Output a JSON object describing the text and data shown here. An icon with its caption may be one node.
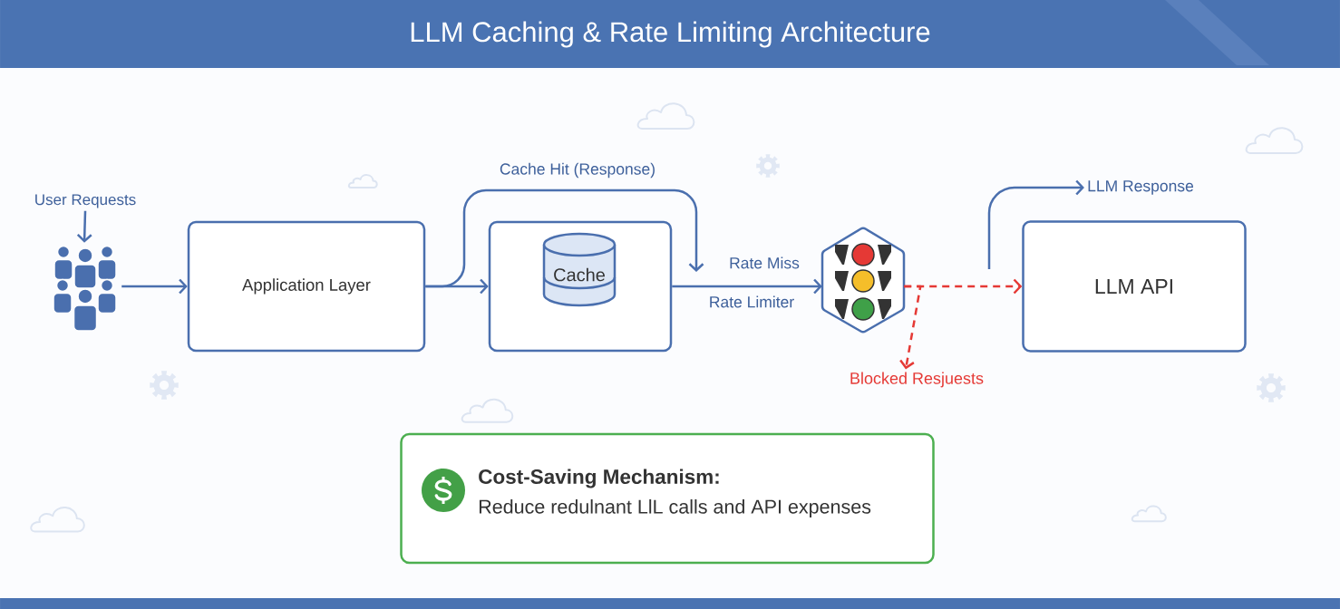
{
  "diagram": {
    "title": "LLM Caching & Rate Limiting Architecture",
    "nodes": [
      {
        "text": [
          "User Requests"
        ]
      },
      {
        "text": [],
        "shape": "person"
      },
      {
        "text": [
          "Application Layer"
        ]
      },
      {
        "text": [],
        "shape": "box"
      },
      {
        "text": [
          "Cache"
        ],
        "in": 3
      },
      {
        "text": [],
        "shape": "picture",
        "beside": [
          "Rate Limiter"
        ]
      },
      {
        "text": [
          "LLM API"
        ]
      },
      {
        "text": [
          "LLM Response"
        ]
      },
      {
        "text": [
          "Blocked Resjuests"
        ]
      },
      {
        "text": [
          "Cost-Saving Mechanism:",
          "Reduce redulnant LlL calls and API expenses"
        ]
      }
    ],
    "edges": [
      {
        "from": 0,
        "to": 1,
        "arrow": "to"
      },
      {
        "from": 1,
        "to": 2,
        "arrow": "to"
      },
      {
        "from": 2,
        "to": 3,
        "arrow": "to"
      },
      {
        "from": 2,
        "to": null,
        "arrow": "to",
        "label": "Cache Hit (Response)"
      },
      {
        "from": 3,
        "to": 5,
        "arrow": "to",
        "label": "Rate Miss"
      },
      {
        "from": 5,
        "to": 6,
        "arrow": "to",
        "style": "dashed",
        "color": "#e53935"
      },
      {
        "from": 5,
        "to": 8,
        "arrow": "to",
        "style": "dashed",
        "color": "#e53935"
      },
      {
        "from": null,
        "to": 7,
        "arrow": "to"
      }
    ]
  }
}
